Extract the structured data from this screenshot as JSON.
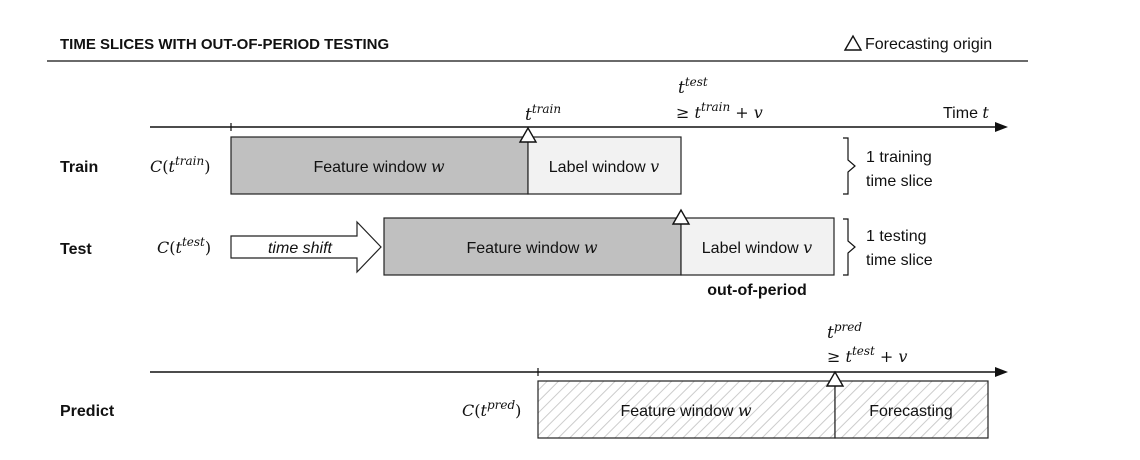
{
  "header": {
    "title": "TIME SLICES WITH OUT-OF-PERIOD TESTING",
    "legend_label": "Forecasting origin",
    "legend_icon": "triangle-outline-icon"
  },
  "timeline": {
    "axis_label": "Time",
    "axis_var": "t"
  },
  "rows": {
    "train": "Train",
    "test": "Test",
    "predict": "Predict"
  },
  "cohort": {
    "prefix": "C(",
    "suffix": ")",
    "train_t": "t",
    "train_sup": "train",
    "test_t": "t",
    "test_sup": "test",
    "pred_t": "t",
    "pred_sup": "pred"
  },
  "boxes": {
    "feature_window_text": "Feature window ",
    "feature_var": "w",
    "label_window_text": "Label window ",
    "label_var": "v",
    "forecasting": "Forecasting",
    "time_shift": "time shift",
    "out_of_period": "out-of-period"
  },
  "markers": {
    "train_t": "t",
    "train_sup": "train",
    "test_t": "t",
    "test_sup": "test",
    "test_ge": "≥ ",
    "test_rhs_t": "t",
    "test_rhs_sup": "train",
    "test_plus": " + ",
    "test_v": "v",
    "pred_t": "t",
    "pred_sup": "pred",
    "pred_ge": "≥ ",
    "pred_rhs_t": "t",
    "pred_rhs_sup": "test",
    "pred_plus": " + ",
    "pred_v": "v"
  },
  "braces": {
    "train_line1": "1 training",
    "train_line2": "time slice",
    "test_line1": "1 testing",
    "test_line2": "time slice"
  },
  "colors": {
    "feature_fill": "#c0c0c0",
    "label_fill": "#f2f2f2",
    "line": "#1a1a1a",
    "hatch": "#cccccc"
  }
}
